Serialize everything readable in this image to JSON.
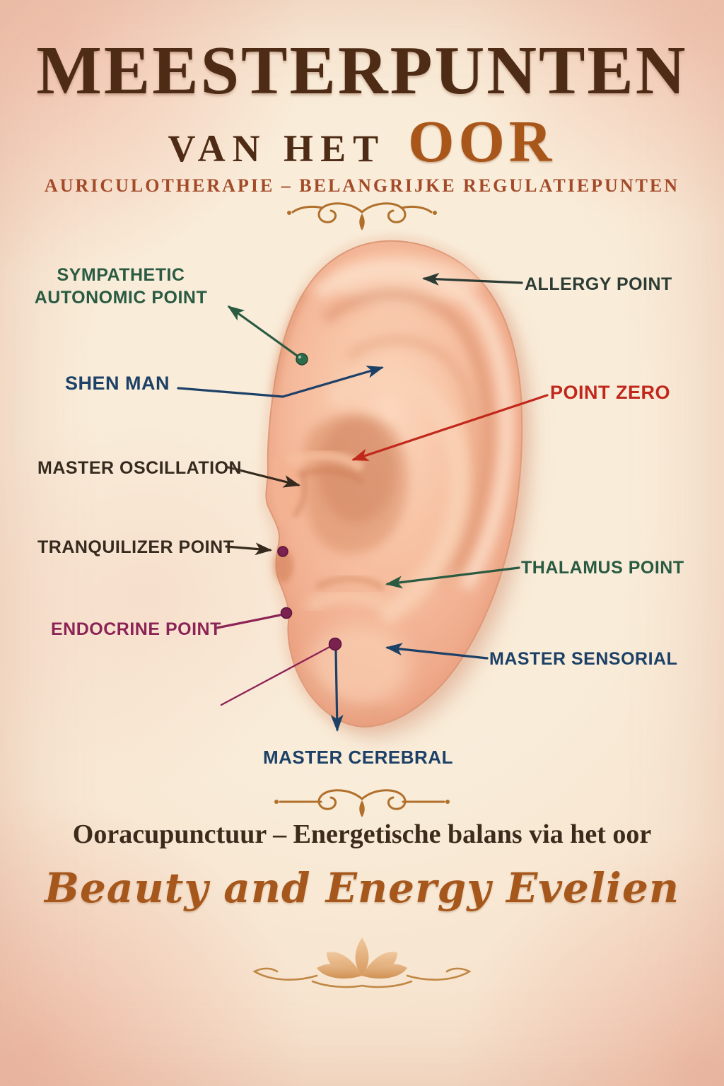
{
  "header": {
    "title": "MEESTERPUNTEN",
    "subtitle_prefix": "VAN HET",
    "subtitle_accent": "OOR",
    "tagline": "AURICULOTHERAPIE – BELANGRIJKE REGULATIEPUNTEN"
  },
  "labels": {
    "sympathetic": {
      "line1": "SYMPATHETIC",
      "line2": "AUTONOMIC POINT",
      "color": "#2a5a41"
    },
    "shen_man": {
      "text": "SHEN MAN",
      "color": "#1d4066"
    },
    "master_oscillation": {
      "text": "MASTER OSCILLATION",
      "color": "#362a1e"
    },
    "tranquilizer": {
      "text": "TRANQUILIZER POINT",
      "color": "#362a1e"
    },
    "endocrine": {
      "text": "ENDOCRINE POINT",
      "color": "#8c2355"
    },
    "master_cerebral": {
      "text": "MASTER CEREBRAL",
      "color": "#1d4066"
    },
    "allergy": {
      "text": "ALLERGY POINT",
      "color": "#2c3b33"
    },
    "point_zero": {
      "text": "POINT ZERO",
      "color": "#c1271b"
    },
    "thalamus": {
      "text": "THALAMUS POINT",
      "color": "#2a5a41"
    },
    "master_sensorial": {
      "text": "MASTER SENSORIAL",
      "color": "#1d4066"
    }
  },
  "footer": {
    "line1": "Ooracupunctuur – Energetische balans via het oor",
    "brand": "Beauty and Energy Evelien"
  },
  "diagram": {
    "subject": "ear-auriculotherapy-master-points",
    "marker_dots": [
      {
        "name": "sympathetic-autonomic-dot",
        "color": "#2d6b4a"
      },
      {
        "name": "tranquilizer-dot",
        "color": "#7b2150"
      },
      {
        "name": "endocrine-dot",
        "color": "#7b2150"
      },
      {
        "name": "master-cerebral-dot",
        "color": "#7b2150"
      }
    ]
  },
  "colors": {
    "background_parchment": "#f7e8d6",
    "blush_pink": "#eca692",
    "title_brown": "#4e2b15",
    "accent_orange": "#a9561a",
    "tagline_rust": "#a34a29",
    "ornament_gold": "#b0702c",
    "script_brown": "#a6571c",
    "footer_dark": "#3c2a1b",
    "skin_base": "#f4b898",
    "dot_green": "#2d6b4a",
    "dot_plum": "#7b2150"
  }
}
